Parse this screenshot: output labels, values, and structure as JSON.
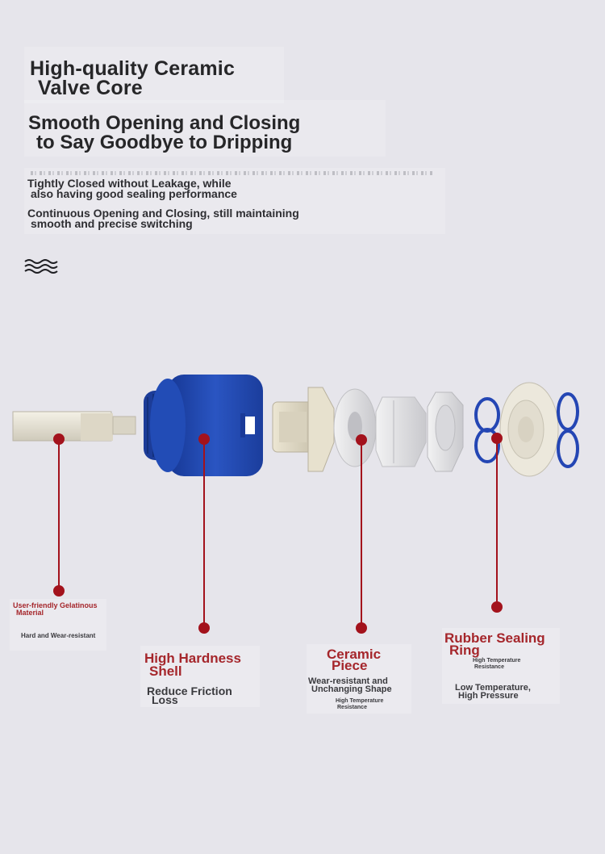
{
  "header": {
    "title_line1": "High-quality Ceramic",
    "title_line2": "Valve Core",
    "subtitle_line1": "Smooth Opening and Closing",
    "subtitle_line2": "to Say Goodbye to Dripping"
  },
  "features": [
    {
      "line1": "Tightly Closed without Leakage, while",
      "line2": "also having good sealing performance"
    },
    {
      "line1": "Continuous Opening and Closing, still maintaining",
      "line2": "smooth and precise switching"
    }
  ],
  "icon": {
    "name": "wave-icon"
  },
  "colors": {
    "background": "#e6e5eb",
    "accent_red": "#a5262b",
    "pin_red": "#a3121c",
    "shell_blue": "#1f45a8",
    "ring_blue": "#2244b0"
  },
  "labels": {
    "gel": {
      "title_line1": "User-friendly Gelatinous",
      "title_line2": "Material",
      "sub": "Hard and Wear-resistant"
    },
    "shell": {
      "title_line1": "High Hardness",
      "title_line2": "Shell",
      "sub_line1": "Reduce Friction",
      "sub_line2": "Loss"
    },
    "ceramic": {
      "title_line1": "Ceramic",
      "title_line2": "Piece",
      "sub_line1": "Wear-resistant and",
      "sub_line2": "Unchanging Shape",
      "tiny_line1": "High Temperature",
      "tiny_line2": "Resistance"
    },
    "rubber": {
      "title_line1": "Rubber Sealing",
      "title_line2": "Ring",
      "tiny_line1": "High Temperature",
      "tiny_line2": "Resistance",
      "sub_line1": "Low Temperature,",
      "sub_line2": "High Pressure"
    }
  }
}
